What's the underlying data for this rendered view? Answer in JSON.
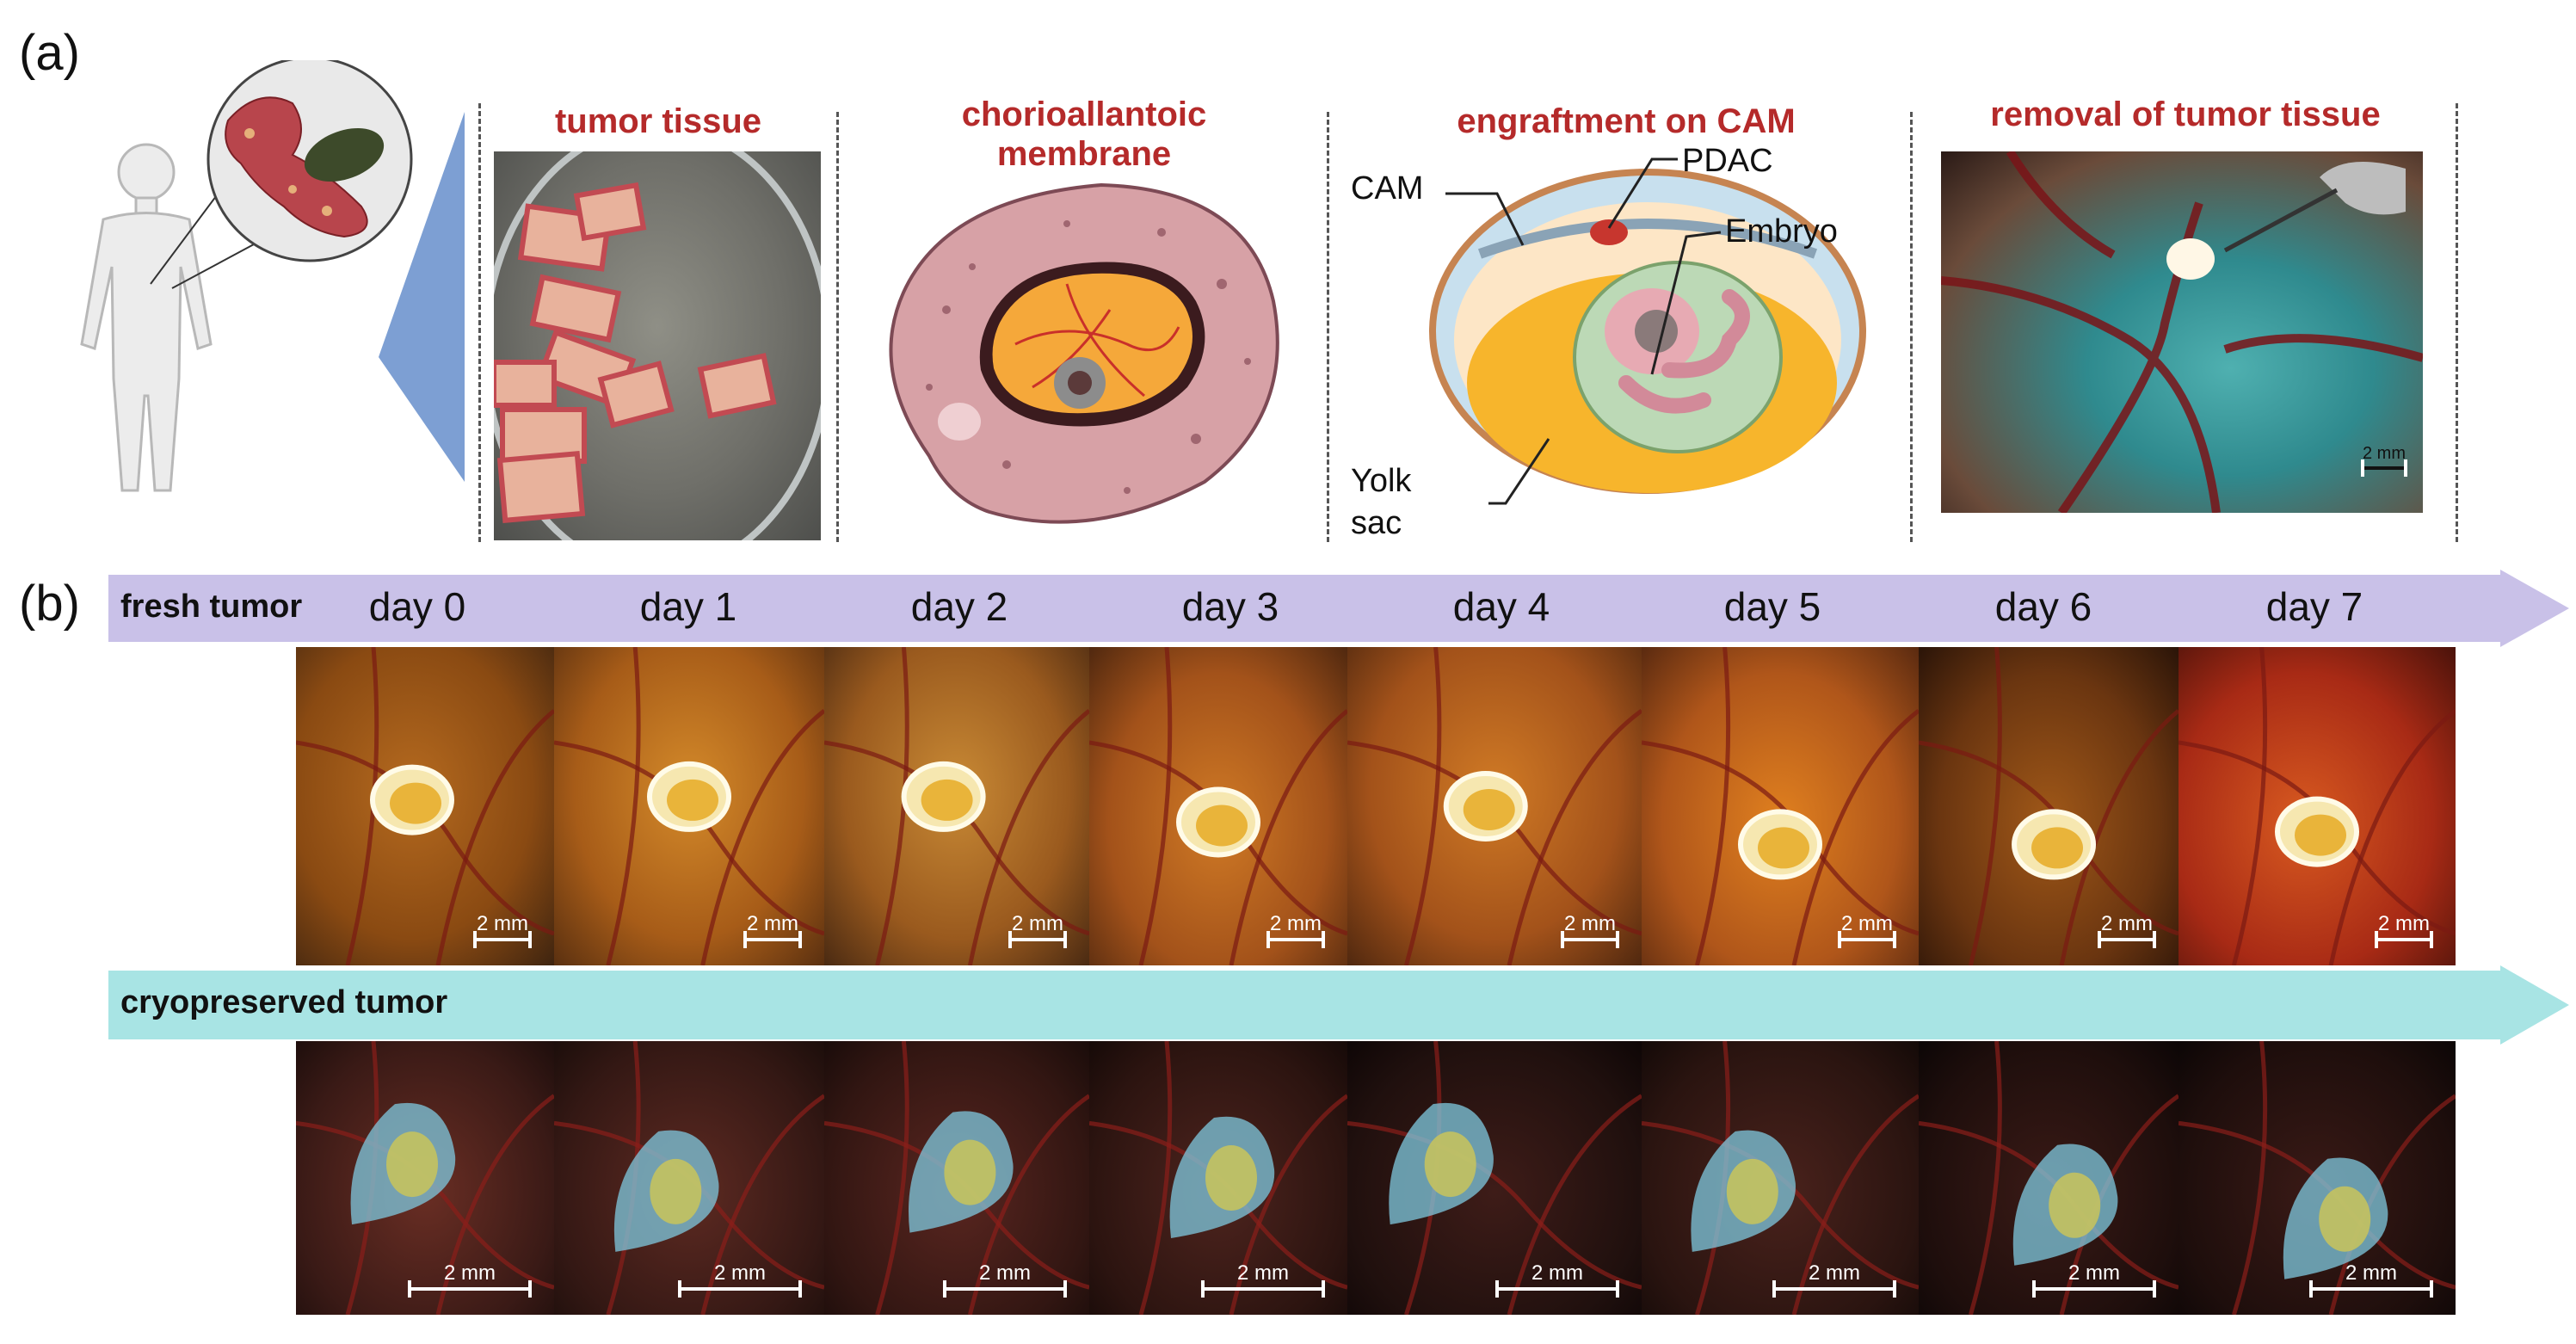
{
  "panel_a": {
    "label": "(a)",
    "sections": [
      {
        "title": "tumor tissue"
      },
      {
        "title": "chorioallantoic membrane"
      },
      {
        "title": "engraftment on CAM"
      },
      {
        "title": "removal of tumor tissue"
      }
    ],
    "engraftment_labels": {
      "cam": "CAM",
      "pdac": "PDAC",
      "embryo": "Embryo",
      "yolk_sac": "Yolk sac"
    },
    "scale_bar": "2 mm"
  },
  "panel_b": {
    "label": "(b)",
    "fresh_label": "fresh tumor",
    "cryo_label": "cryopreserved tumor",
    "days": [
      "day 0",
      "day 1",
      "day 2",
      "day 3",
      "day 4",
      "day 5",
      "day 6",
      "day 7"
    ],
    "scale_bar": "2 mm"
  },
  "colors": {
    "title_red": "#b52a2a",
    "fresh_arrow": "#c9c1e8",
    "cryo_arrow": "#a8e4e4"
  }
}
